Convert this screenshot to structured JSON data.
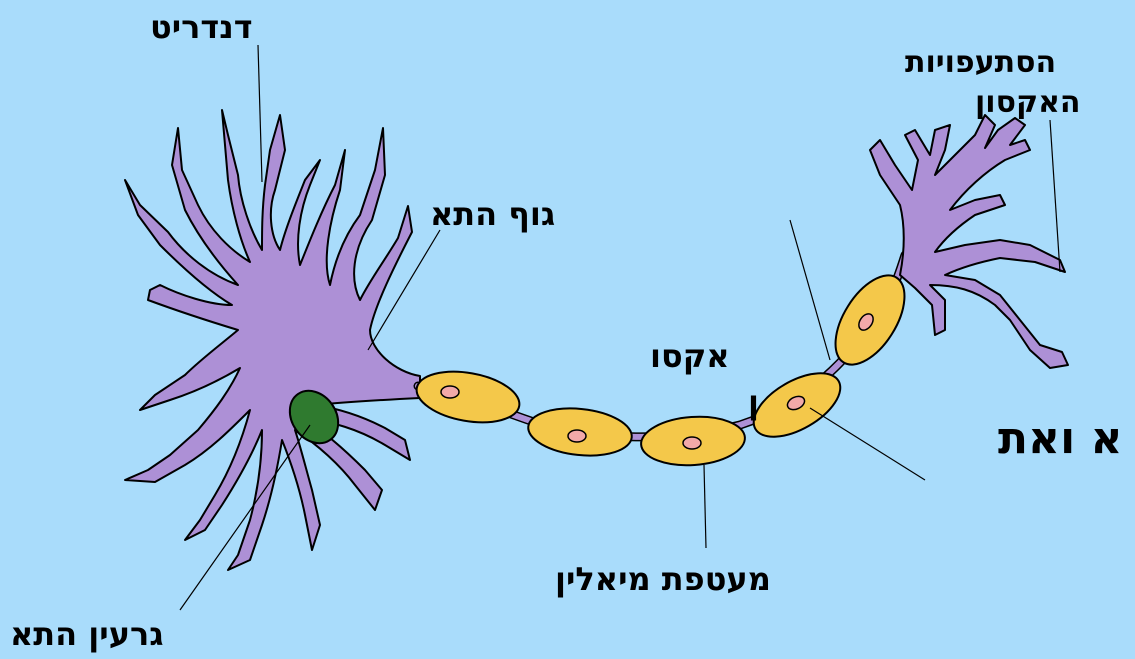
{
  "labels": {
    "dendrite": "דנדריט",
    "cell_body": "גוף התא",
    "axon_line1": "אקסו",
    "axon_line2": "ן",
    "myelin_sheath": "מעטפת מיאלין",
    "nucleus": "גרעין התא",
    "axon_terminals_line1": "הסתעפויות",
    "axon_terminals_line2": "האקסון",
    "cut_off_text": "א ואת"
  },
  "colors": {
    "background": "#a9dcfb",
    "neuron": "#ad90d6",
    "myelin": "#f4c84a",
    "node": "#f2a9a9",
    "nucleus": "#2f7a2f",
    "outline": "#000000"
  }
}
